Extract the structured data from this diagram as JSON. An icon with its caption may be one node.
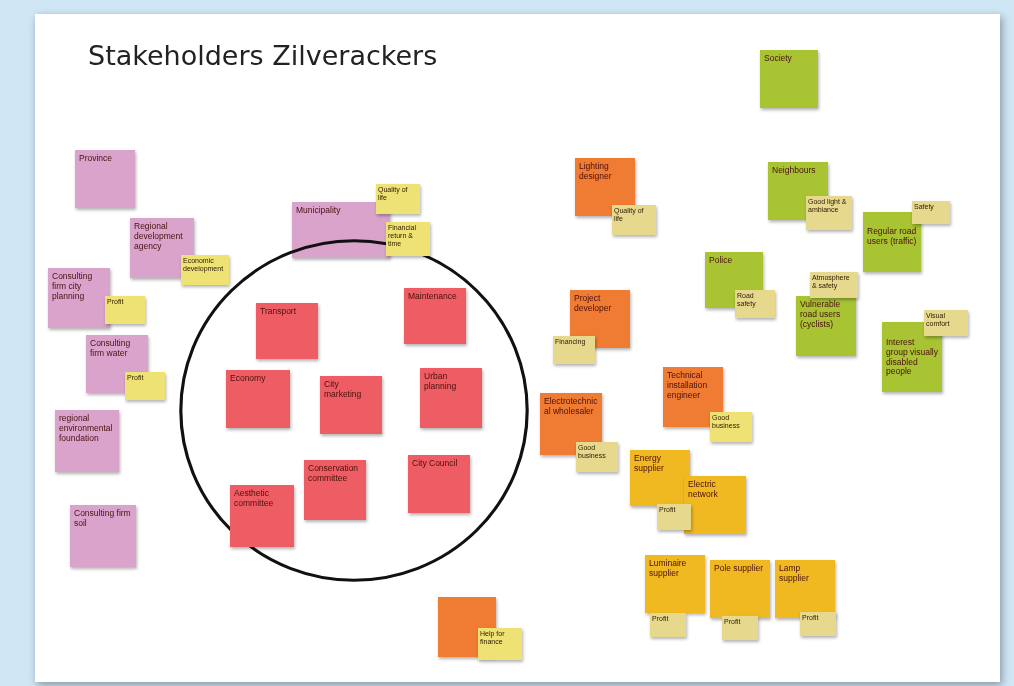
{
  "diagram": {
    "title": "Stakeholders Zilverackers",
    "nodes": [
      {
        "text": [
          "Province"
        ]
      },
      {
        "text": [
          "Regional development agency"
        ]
      },
      {
        "text": [
          "Economic development"
        ]
      },
      {
        "text": [
          "Consulting firm city planning"
        ]
      },
      {
        "text": [
          "Profit"
        ]
      },
      {
        "text": [
          "Consulting firm water"
        ]
      },
      {
        "text": [
          "Profit"
        ]
      },
      {
        "text": [
          "regional environmental foundation"
        ]
      },
      {
        "text": [
          "Consulting firm soil"
        ]
      },
      {
        "text": [
          "Municipality"
        ]
      },
      {
        "text": [
          "Quality of life"
        ]
      },
      {
        "text": [
          "Financial return & time"
        ]
      },
      {
        "text": [],
        "shape": "circle"
      },
      {
        "text": [
          "Transport"
        ],
        "in": 12
      },
      {
        "text": [
          "Maintenance"
        ],
        "in": 12
      },
      {
        "text": [
          "Economy"
        ],
        "in": 12
      },
      {
        "text": [
          "City marketing"
        ],
        "in": 12
      },
      {
        "text": [
          "Urban planning"
        ],
        "in": 12
      },
      {
        "text": [
          "Aesthetic committee"
        ],
        "in": 12
      },
      {
        "text": [
          "Conservation committee"
        ],
        "in": 12
      },
      {
        "text": [
          "City Council"
        ],
        "in": 12
      },
      {
        "text": [
          "Society"
        ]
      },
      {
        "text": [
          "Lighting designer"
        ]
      },
      {
        "text": [
          "Quality of life"
        ]
      },
      {
        "text": [
          "Neighbours"
        ]
      },
      {
        "text": [
          "Good light & ambiance"
        ]
      },
      {
        "text": [
          "Regular road users (traffic)"
        ]
      },
      {
        "text": [
          "Safety"
        ]
      },
      {
        "text": [
          "Police"
        ]
      },
      {
        "text": [
          "Road safety"
        ]
      },
      {
        "text": [
          "Atmosphere & safety"
        ]
      },
      {
        "text": [
          "Vulnerable road users (cyclists)"
        ]
      },
      {
        "text": [
          "Project developer"
        ]
      },
      {
        "text": [
          "Financing"
        ]
      },
      {
        "text": [
          "Interest group visually disabled people"
        ]
      },
      {
        "text": [
          "Visual comfort"
        ]
      },
      {
        "text": [
          "Technical installation engineer"
        ]
      },
      {
        "text": [
          "Good business"
        ]
      },
      {
        "text": [
          "Electrotechnical wholesaler"
        ]
      },
      {
        "text": [
          "Good business"
        ]
      },
      {
        "text": [
          "Energy supplier"
        ]
      },
      {
        "text": [
          "Profit"
        ]
      },
      {
        "text": [
          "Electric network"
        ]
      },
      {
        "text": [
          "Luminaire supplier"
        ]
      },
      {
        "text": [
          "Profit"
        ]
      },
      {
        "text": [
          "Pole supplier"
        ]
      },
      {
        "text": [
          "Profit"
        ]
      },
      {
        "text": [
          "Lamp supplier"
        ]
      },
      {
        "text": [
          "Profit"
        ]
      },
      {
        "text": [],
        "shape": "box"
      },
      {
        "text": [
          "Help for finance"
        ]
      }
    ]
  }
}
